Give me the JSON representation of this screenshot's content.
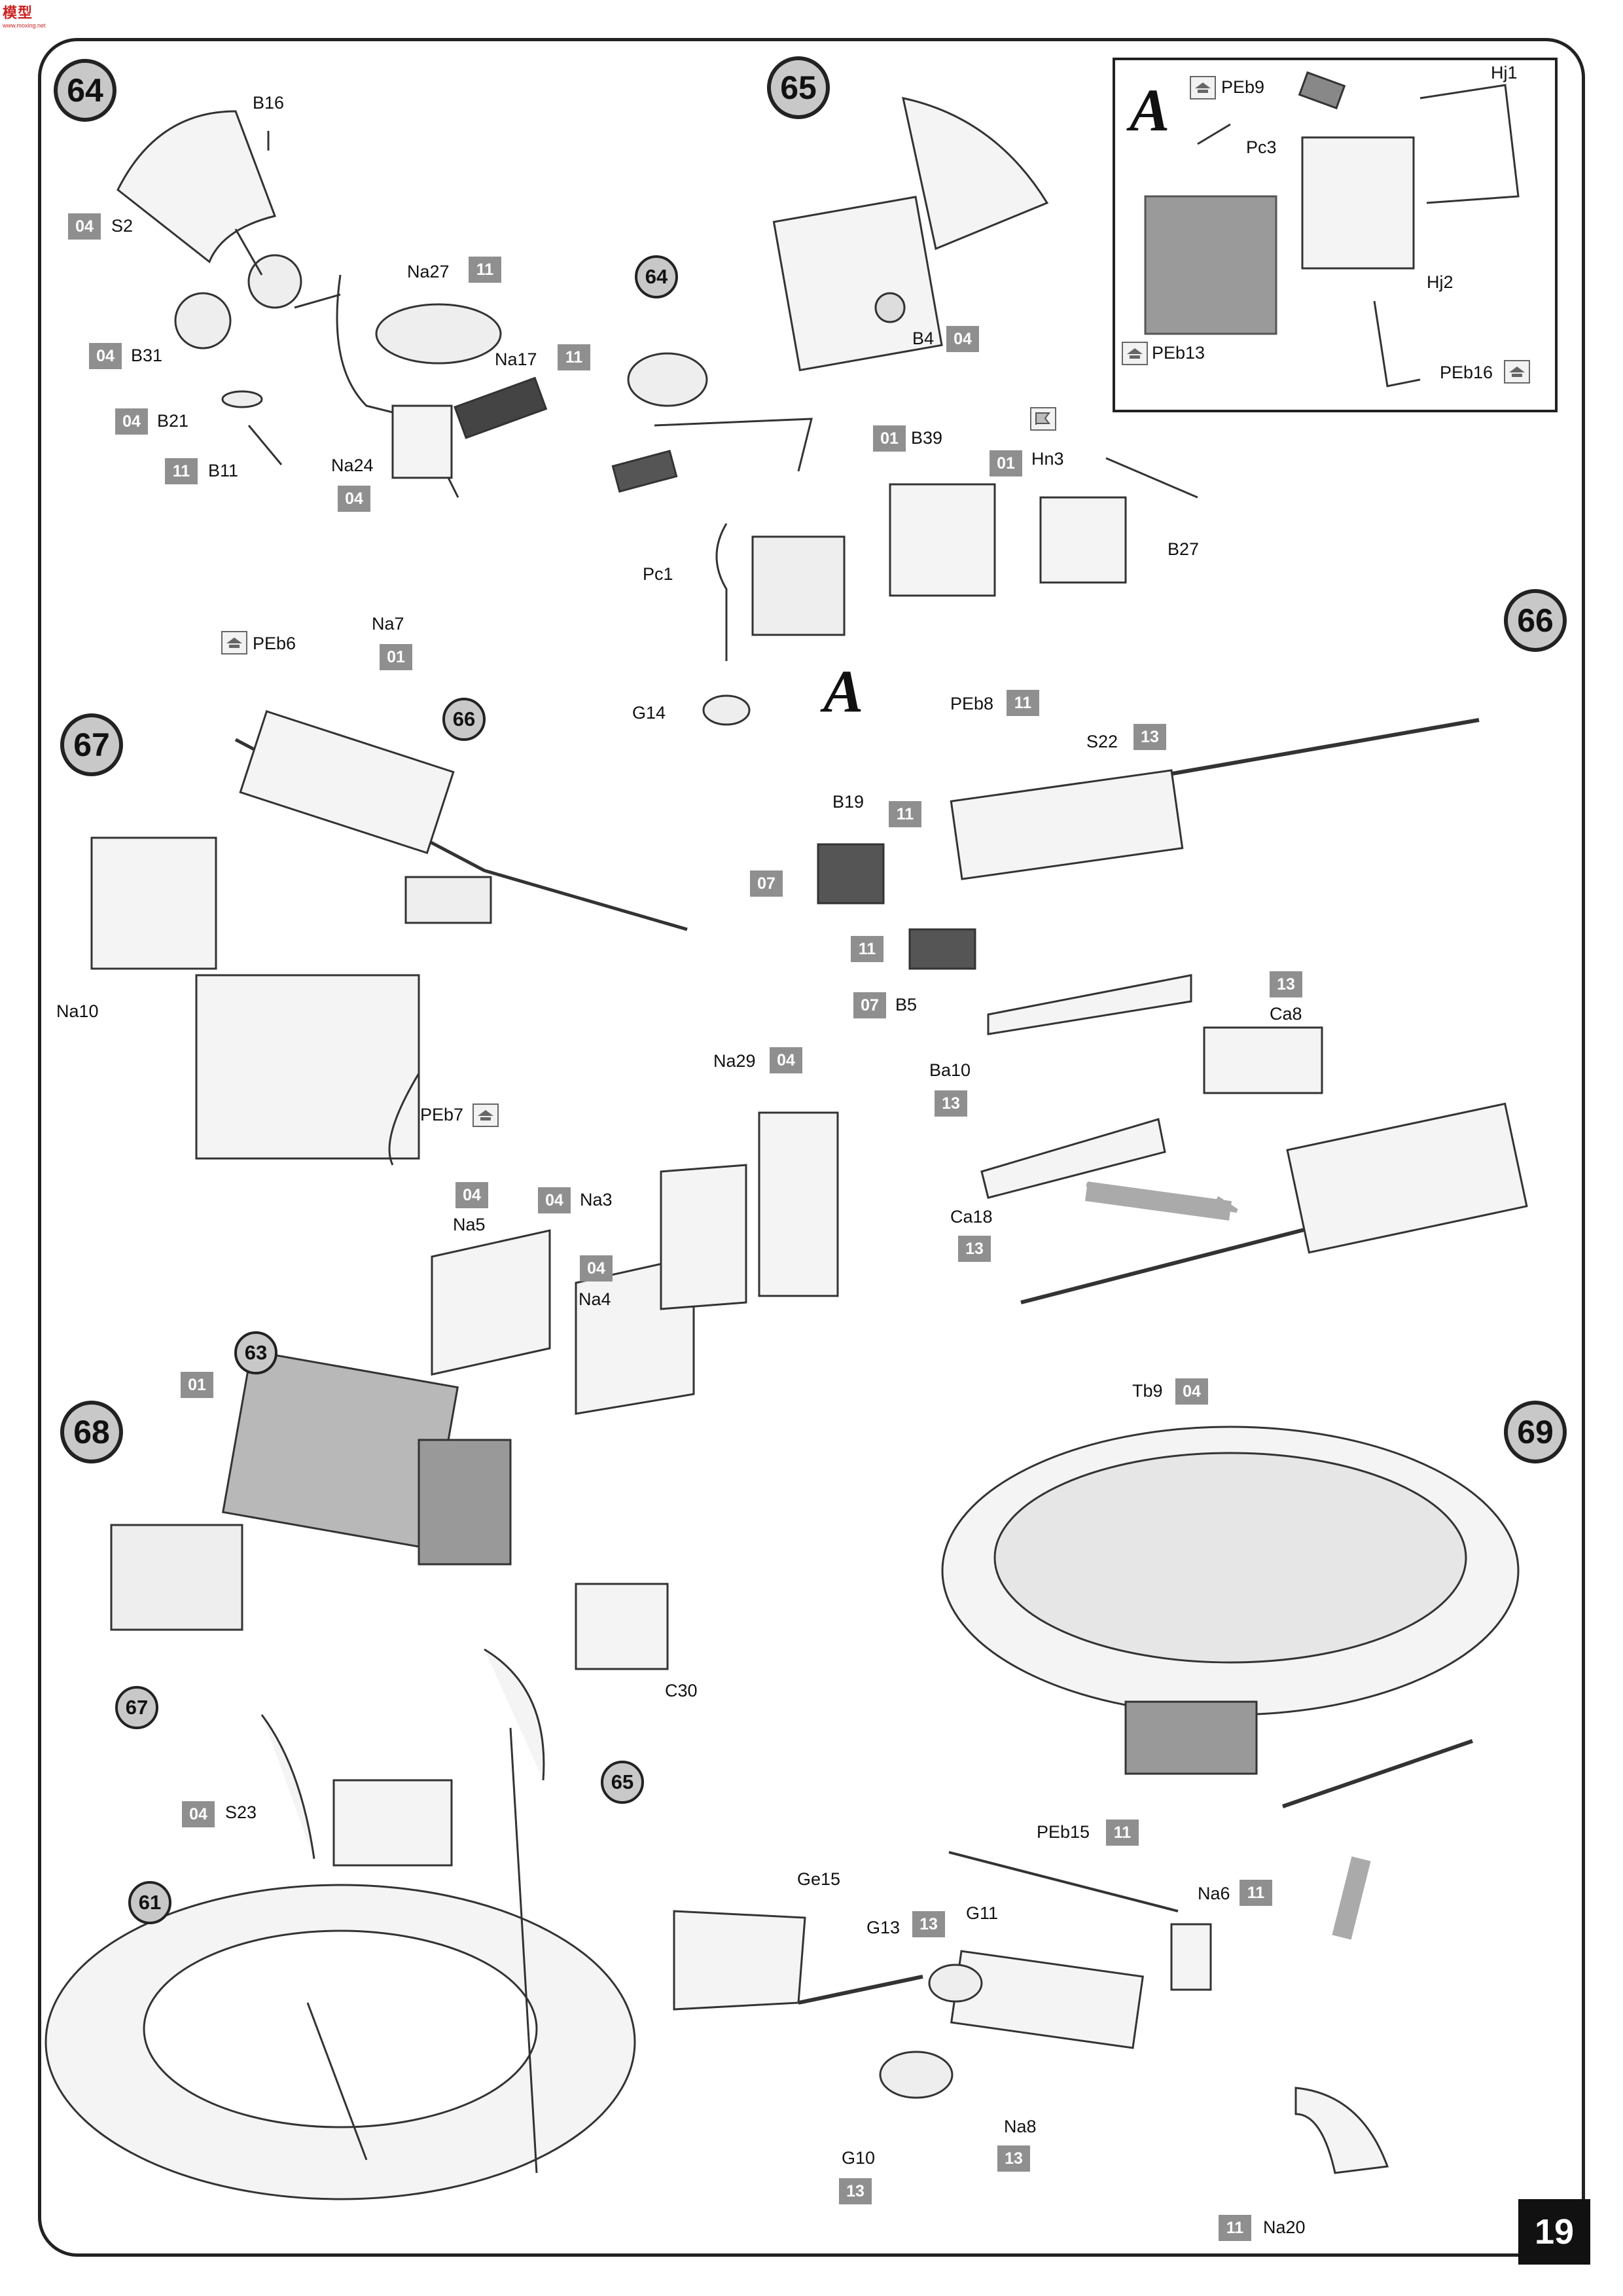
{
  "logo": {
    "text": "模型",
    "subtext": "www.moxing.net"
  },
  "page_number": "19",
  "steps": {
    "s64": "64",
    "s65": "65",
    "s66": "66",
    "s67": "67",
    "s68": "68",
    "s69": "69"
  },
  "refs": {
    "r64": "64",
    "r66": "66",
    "r63": "63",
    "r67": "67",
    "r65": "65",
    "r61": "61"
  },
  "detail_letter": "A",
  "parts": {
    "B16": "B16",
    "S2": "S2",
    "B31": "B31",
    "B21": "B21",
    "B11": "B11",
    "Na27": "Na27",
    "Na17": "Na17",
    "Na24": "Na24",
    "B4": "B4",
    "B39": "B39",
    "Hn3": "Hn3",
    "B27": "B27",
    "Pc1": "Pc1",
    "G14": "G14",
    "PEb9": "PEb9",
    "Hj1": "Hj1",
    "Pc3": "Pc3",
    "Hj2": "Hj2",
    "PEb13": "PEb13",
    "PEb16": "PEb16",
    "Na7": "Na7",
    "PEb6": "PEb6",
    "Na10": "Na10",
    "PEb7": "PEb7",
    "Na29": "Na29",
    "Na3": "Na3",
    "Na5": "Na5",
    "Na4": "Na4",
    "PEb8": "PEb8",
    "S22": "S22",
    "B19": "B19",
    "B5": "B5",
    "Ba10": "Ba10",
    "Ca8": "Ca8",
    "Ca18": "Ca18",
    "C30": "C30",
    "S23": "S23",
    "Tb9": "Tb9",
    "PEb15": "PEb15",
    "Ge15": "Ge15",
    "G13": "G13",
    "G11": "G11",
    "Na6": "Na6",
    "Na8": "Na8",
    "G10": "G10",
    "Na20": "Na20"
  },
  "badges": {
    "b_S2": "04",
    "b_B31": "04",
    "b_B21": "04",
    "b_B11": "11",
    "b_Na27": "11",
    "b_Na17": "11",
    "b_Na24": "04",
    "b_B4": "04",
    "b_B39": "01",
    "b_Hn3": "01",
    "b_Na7": "01",
    "b_Na29": "04",
    "b_Na3": "04",
    "b_Na5": "04",
    "b_Na4": "04",
    "b_PEb8": "11",
    "b_S22": "13",
    "b_B19": "11",
    "b_07a": "07",
    "b_11c": "11",
    "b_B5": "07",
    "b_Ba10": "13",
    "b_Ca8": "13",
    "b_Ca18": "13",
    "b_63": "01",
    "b_S23": "04",
    "b_Tb9": "04",
    "b_PEb15": "11",
    "b_G13": "13",
    "b_Na6": "11",
    "b_Na8": "13",
    "b_G10": "13",
    "b_Na20": "11"
  },
  "icons": [
    "photo-etch-icon",
    "numbered-flag-icon"
  ]
}
